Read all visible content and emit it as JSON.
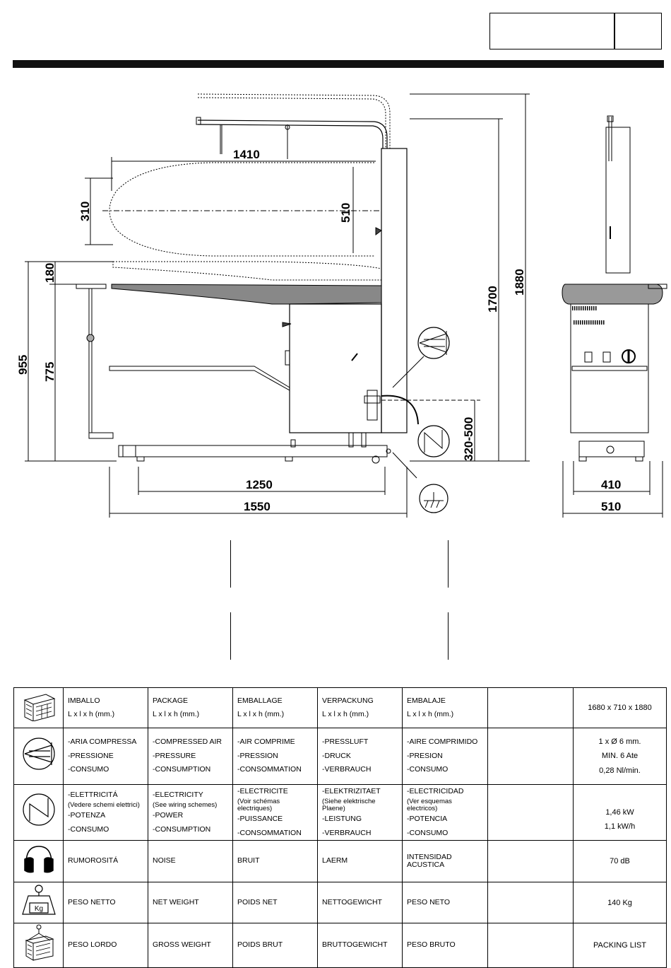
{
  "dimensions": {
    "board_length": "1410",
    "board_width": "310",
    "board_span": "510",
    "top_gap": "180",
    "total_height_with_arm": "955",
    "work_height": "775",
    "column_height": "1700",
    "max_height": "1880",
    "adjust_range": "320-500",
    "base_length": "1250",
    "overall_length": "1550",
    "side_inner_width": "410",
    "side_outer_width": "510"
  },
  "table": {
    "rows": [
      {
        "icon": "package-icon",
        "cells": [
          {
            "lines": [
              "IMBALLO",
              "L x l x h (mm.)"
            ]
          },
          {
            "lines": [
              "PACKAGE",
              "L x l x h (mm.)"
            ]
          },
          {
            "lines": [
              "EMBALLAGE",
              "L x l x h (mm.)"
            ]
          },
          {
            "lines": [
              "VERPACKUNG",
              "L x l x h (mm.)"
            ]
          },
          {
            "lines": [
              "EMBALAJE",
              "L x l x h (mm.)"
            ]
          }
        ],
        "value": [
          "1680 x 710 x 1880"
        ]
      },
      {
        "icon": "compressed-air-icon",
        "cells": [
          {
            "lines": [
              "-ARIA COMPRESSA",
              "-PRESSIONE",
              "-CONSUMO"
            ]
          },
          {
            "lines": [
              "-COMPRESSED AIR",
              "-PRESSURE",
              "-CONSUMPTION"
            ]
          },
          {
            "lines": [
              "-AIR COMPRIME",
              "-PRESSION",
              "-CONSOMMATION"
            ]
          },
          {
            "lines": [
              "-PRESSLUFT",
              "-DRUCK",
              "-VERBRAUCH"
            ]
          },
          {
            "lines": [
              "-AIRE COMPRIMIDO",
              "-PRESION",
              "-CONSUMO"
            ]
          }
        ],
        "value": [
          "1 x Ø 6 mm.",
          "MIN. 6 Ate",
          "0,28 Nl/min."
        ]
      },
      {
        "icon": "electricity-icon",
        "cells": [
          {
            "head": "-ELETTRICITÁ",
            "note": "(Vedere schemi elettrici)",
            "lines": [
              "-POTENZA",
              "-CONSUMO"
            ]
          },
          {
            "head": "-ELECTRICITY",
            "note": "(See wiring schemes)",
            "lines": [
              "-POWER",
              "-CONSUMPTION"
            ]
          },
          {
            "head": "-ELECTRICITE",
            "note": "(Voir schémas electriques)",
            "lines": [
              "-PUISSANCE",
              "-CONSOMMATION"
            ]
          },
          {
            "head": "-ELEKTRIZITAET",
            "note": "(Siehe elektrische Plaene)",
            "lines": [
              "-LEISTUNG",
              "-VERBRAUCH"
            ]
          },
          {
            "head": "-ELECTRICIDAD",
            "note": "(Ver esquemas electricos)",
            "lines": [
              "-POTENCIA",
              "-CONSUMO"
            ]
          }
        ],
        "value": [
          "1,46 kW",
          "1,1 kW/h"
        ]
      },
      {
        "icon": "headphones-icon",
        "cells": [
          {
            "lines": [
              "RUMOROSITÁ"
            ]
          },
          {
            "lines": [
              "NOISE"
            ]
          },
          {
            "lines": [
              "BRUIT"
            ]
          },
          {
            "lines": [
              "LAERM"
            ]
          },
          {
            "lines": [
              "INTENSIDAD ACUSTICA"
            ]
          }
        ],
        "value": [
          "70 dB"
        ]
      },
      {
        "icon": "weight-kg-icon",
        "icon_text": "Kg",
        "cells": [
          {
            "lines": [
              "PESO NETTO"
            ]
          },
          {
            "lines": [
              "NET WEIGHT"
            ]
          },
          {
            "lines": [
              "POIDS NET"
            ]
          },
          {
            "lines": [
              "NETTOGEWICHT"
            ]
          },
          {
            "lines": [
              "PESO NETO"
            ]
          }
        ],
        "value": [
          "140 Kg"
        ]
      },
      {
        "icon": "crate-weight-icon",
        "cells": [
          {
            "lines": [
              "PESO LORDO"
            ]
          },
          {
            "lines": [
              "GROSS WEIGHT"
            ]
          },
          {
            "lines": [
              "POIDS BRUT"
            ]
          },
          {
            "lines": [
              "BRUTTOGEWICHT"
            ]
          },
          {
            "lines": [
              "PESO BRUTO"
            ]
          }
        ],
        "value": [
          "PACKING LIST"
        ]
      }
    ]
  }
}
